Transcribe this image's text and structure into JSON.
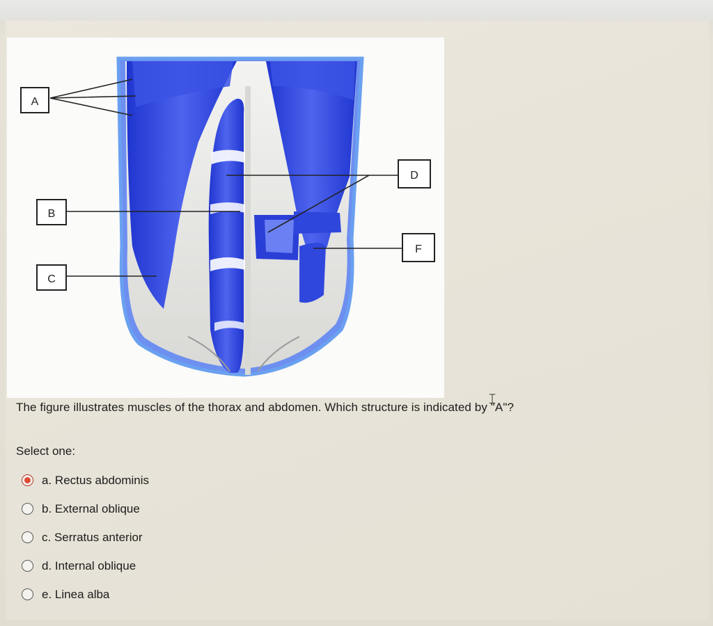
{
  "figure": {
    "labels": {
      "a": "A",
      "b": "B",
      "c": "C",
      "d": "D",
      "f": "F"
    }
  },
  "question": {
    "text": "The figure illustrates muscles of the thorax and abdomen. Which structure is indicated by \"A\"?",
    "prompt": "Select one:"
  },
  "options": [
    {
      "letter": "a.",
      "label": "Rectus abdominis",
      "selected": true
    },
    {
      "letter": "b.",
      "label": "External oblique",
      "selected": false
    },
    {
      "letter": "c.",
      "label": "Serratus anterior",
      "selected": false
    },
    {
      "letter": "d.",
      "label": "Internal oblique",
      "selected": false
    },
    {
      "letter": "e.",
      "label": "Linea alba",
      "selected": false
    }
  ],
  "colors": {
    "muscle": "#2a3fd6",
    "muscle_light": "#5f74f0",
    "selected_radio": "#e04a34"
  },
  "icons": {
    "cursor": "text-cursor-icon"
  }
}
